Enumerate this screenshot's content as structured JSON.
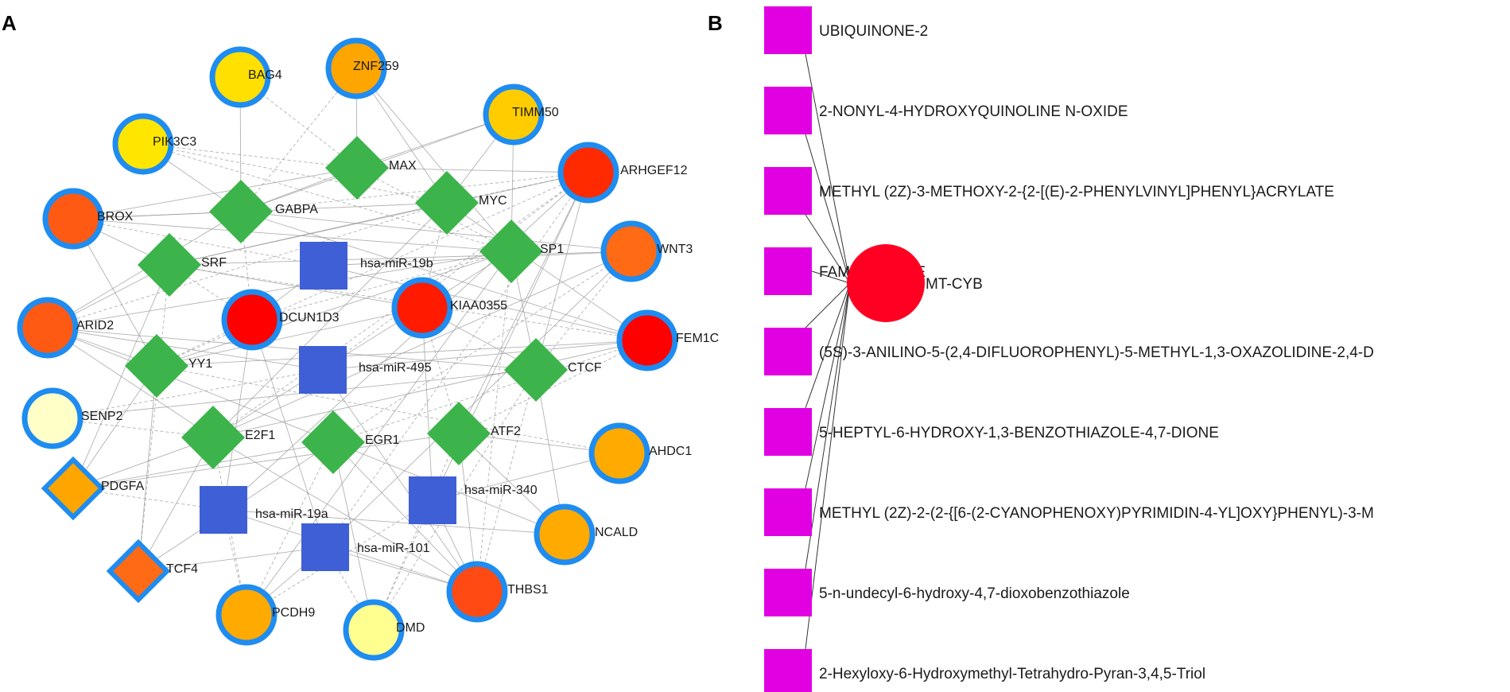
{
  "panel_a": {
    "letter": "A",
    "nodes": [
      {
        "id": "BAG4",
        "shape": "circle",
        "fill": "#ffe000"
      },
      {
        "id": "ZNF259",
        "shape": "circle",
        "fill": "#ffa500"
      },
      {
        "id": "TIMM50",
        "shape": "circle",
        "fill": "#ffcc00"
      },
      {
        "id": "PIK3C3",
        "shape": "circle",
        "fill": "#ffe600"
      },
      {
        "id": "ARHGEF12",
        "shape": "circle",
        "fill": "#ff2a00"
      },
      {
        "id": "BROX",
        "shape": "circle",
        "fill": "#ff5a14"
      },
      {
        "id": "WNT3",
        "shape": "circle",
        "fill": "#ff6a14"
      },
      {
        "id": "ARID2",
        "shape": "circle",
        "fill": "#ff5a14"
      },
      {
        "id": "DCUN1D3",
        "shape": "circle",
        "fill": "#ff0000"
      },
      {
        "id": "KIAA0355",
        "shape": "circle",
        "fill": "#ff1a00"
      },
      {
        "id": "FEM1C",
        "shape": "circle",
        "fill": "#ff0000"
      },
      {
        "id": "SENP2",
        "shape": "circle",
        "fill": "#ffffc8"
      },
      {
        "id": "AHDC1",
        "shape": "circle",
        "fill": "#ffaa00"
      },
      {
        "id": "NCALD",
        "shape": "circle",
        "fill": "#ffaa00"
      },
      {
        "id": "PCDH9",
        "shape": "circle",
        "fill": "#ffaa00"
      },
      {
        "id": "DMD",
        "shape": "circle",
        "fill": "#ffff90"
      },
      {
        "id": "THBS1",
        "shape": "circle",
        "fill": "#ff4a14"
      },
      {
        "id": "PDGFA",
        "shape": "bdiamond",
        "fill": "#ffa500"
      },
      {
        "id": "TCF4",
        "shape": "bdiamond",
        "fill": "#ff6a14"
      },
      {
        "id": "MAX",
        "shape": "diamond",
        "fill": "#3cb44b"
      },
      {
        "id": "GABPA",
        "shape": "diamond",
        "fill": "#3cb44b"
      },
      {
        "id": "MYC",
        "shape": "diamond",
        "fill": "#3cb44b"
      },
      {
        "id": "SRF",
        "shape": "diamond",
        "fill": "#3cb44b"
      },
      {
        "id": "SP1",
        "shape": "diamond",
        "fill": "#3cb44b"
      },
      {
        "id": "YY1",
        "shape": "diamond",
        "fill": "#3cb44b"
      },
      {
        "id": "CTCF",
        "shape": "diamond",
        "fill": "#3cb44b"
      },
      {
        "id": "E2F1",
        "shape": "diamond",
        "fill": "#3cb44b"
      },
      {
        "id": "EGR1",
        "shape": "diamond",
        "fill": "#3cb44b"
      },
      {
        "id": "ATF2",
        "shape": "diamond",
        "fill": "#3cb44b"
      },
      {
        "id": "hsa-miR-19b",
        "shape": "square",
        "fill": "#3f5fd6"
      },
      {
        "id": "hsa-miR-495",
        "shape": "square",
        "fill": "#3f5fd6"
      },
      {
        "id": "hsa-miR-19a",
        "shape": "square",
        "fill": "#3f5fd6"
      },
      {
        "id": "hsa-miR-340",
        "shape": "square",
        "fill": "#3f5fd6"
      },
      {
        "id": "hsa-miR-101",
        "shape": "square",
        "fill": "#3f5fd6"
      }
    ],
    "edges": [
      [
        "MAX",
        "BAG4"
      ],
      [
        "MAX",
        "ZNF259"
      ],
      [
        "MAX",
        "TIMM50"
      ],
      [
        "MAX",
        "PIK3C3"
      ],
      [
        "MAX",
        "ARHGEF12"
      ],
      [
        "MAX",
        "GABPA"
      ],
      [
        "MAX",
        "SP1"
      ],
      [
        "MAX",
        "BROX"
      ],
      [
        "GABPA",
        "BAG4"
      ],
      [
        "GABPA",
        "ZNF259"
      ],
      [
        "GABPA",
        "TIMM50"
      ],
      [
        "GABPA",
        "PIK3C3"
      ],
      [
        "GABPA",
        "ARHGEF12"
      ],
      [
        "GABPA",
        "BROX"
      ],
      [
        "GABPA",
        "WNT3"
      ],
      [
        "GABPA",
        "DCUN1D3"
      ],
      [
        "GABPA",
        "FEM1C"
      ],
      [
        "GABPA",
        "ARID2"
      ],
      [
        "MYC",
        "PIK3C3"
      ],
      [
        "MYC",
        "ZNF259"
      ],
      [
        "MYC",
        "TIMM50"
      ],
      [
        "MYC",
        "ARHGEF12"
      ],
      [
        "MYC",
        "BROX"
      ],
      [
        "MYC",
        "FEM1C"
      ],
      [
        "MYC",
        "KIAA0355"
      ],
      [
        "MYC",
        "E2F1"
      ],
      [
        "MYC",
        "SRF"
      ],
      [
        "MYC",
        "ARID2"
      ],
      [
        "SRF",
        "BROX"
      ],
      [
        "SRF",
        "ARHGEF12"
      ],
      [
        "SRF",
        "DCUN1D3"
      ],
      [
        "SRF",
        "KIAA0355"
      ],
      [
        "SRF",
        "WNT3"
      ],
      [
        "SRF",
        "FEM1C"
      ],
      [
        "SRF",
        "ARID2"
      ],
      [
        "SRF",
        "PDGFA"
      ],
      [
        "SRF",
        "TCF4"
      ],
      [
        "SP1",
        "BROX"
      ],
      [
        "SP1",
        "ARID2"
      ],
      [
        "SP1",
        "DCUN1D3"
      ],
      [
        "SP1",
        "TIMM50"
      ],
      [
        "SP1",
        "ZNF259"
      ],
      [
        "SP1",
        "THBS1"
      ],
      [
        "SP1",
        "E2F1"
      ],
      [
        "SP1",
        "PCDH9"
      ],
      [
        "SP1",
        "PIK3C3"
      ],
      [
        "SP1",
        "YY1"
      ],
      [
        "YY1",
        "ARID2"
      ],
      [
        "YY1",
        "DCUN1D3"
      ],
      [
        "YY1",
        "KIAA0355"
      ],
      [
        "YY1",
        "FEM1C"
      ],
      [
        "YY1",
        "AHDC1"
      ],
      [
        "YY1",
        "PDGFA"
      ],
      [
        "YY1",
        "TCF4"
      ],
      [
        "YY1",
        "ARHGEF12"
      ],
      [
        "YY1",
        "BROX"
      ],
      [
        "CTCF",
        "ARHGEF12"
      ],
      [
        "CTCF",
        "WNT3"
      ],
      [
        "CTCF",
        "SENP2"
      ],
      [
        "CTCF",
        "NCALD"
      ],
      [
        "CTCF",
        "DMD"
      ],
      [
        "CTCF",
        "ARID2"
      ],
      [
        "CTCF",
        "KIAA0355"
      ],
      [
        "CTCF",
        "THBS1"
      ],
      [
        "CTCF",
        "SP1"
      ],
      [
        "E2F1",
        "ARID2"
      ],
      [
        "E2F1",
        "ARHGEF12"
      ],
      [
        "E2F1",
        "FEM1C"
      ],
      [
        "E2F1",
        "THBS1"
      ],
      [
        "E2F1",
        "PCDH9"
      ],
      [
        "E2F1",
        "TCF4"
      ],
      [
        "E2F1",
        "PDGFA"
      ],
      [
        "E2F1",
        "SENP2"
      ],
      [
        "E2F1",
        "WNT3"
      ],
      [
        "EGR1",
        "ARID2"
      ],
      [
        "EGR1",
        "FEM1C"
      ],
      [
        "EGR1",
        "THBS1"
      ],
      [
        "EGR1",
        "NCALD"
      ],
      [
        "EGR1",
        "PCDH9"
      ],
      [
        "EGR1",
        "DMD"
      ],
      [
        "EGR1",
        "TCF4"
      ],
      [
        "EGR1",
        "WNT3"
      ],
      [
        "EGR1",
        "PDGFA"
      ],
      [
        "ATF2",
        "AHDC1"
      ],
      [
        "ATF2",
        "FEM1C"
      ],
      [
        "ATF2",
        "NCALD"
      ],
      [
        "ATF2",
        "THBS1"
      ],
      [
        "ATF2",
        "DMD"
      ],
      [
        "ATF2",
        "PDGFA"
      ],
      [
        "ATF2",
        "ARHGEF12"
      ],
      [
        "ATF2",
        "KIAA0355"
      ],
      [
        "hsa-miR-19b",
        "FEM1C"
      ],
      [
        "hsa-miR-19b",
        "DCUN1D3"
      ],
      [
        "hsa-miR-19b",
        "BROX"
      ],
      [
        "hsa-miR-19b",
        "WNT3"
      ],
      [
        "hsa-miR-495",
        "FEM1C"
      ],
      [
        "hsa-miR-495",
        "SENP2"
      ],
      [
        "hsa-miR-495",
        "ARID2"
      ],
      [
        "hsa-miR-495",
        "THBS1"
      ],
      [
        "hsa-miR-495",
        "ARHGEF12"
      ],
      [
        "hsa-miR-19a",
        "THBS1"
      ],
      [
        "hsa-miR-19a",
        "NCALD"
      ],
      [
        "hsa-miR-19a",
        "PCDH9"
      ],
      [
        "hsa-miR-19a",
        "DCUN1D3"
      ],
      [
        "hsa-miR-19a",
        "ARHGEF12"
      ],
      [
        "hsa-miR-19a",
        "PDGFA"
      ],
      [
        "hsa-miR-340",
        "THBS1"
      ],
      [
        "hsa-miR-340",
        "AHDC1"
      ],
      [
        "hsa-miR-340",
        "DMD"
      ],
      [
        "hsa-miR-340",
        "ARHGEF12"
      ],
      [
        "hsa-miR-340",
        "KIAA0355"
      ],
      [
        "hsa-miR-340",
        "PCDH9"
      ],
      [
        "hsa-miR-101",
        "THBS1"
      ],
      [
        "hsa-miR-101",
        "PCDH9"
      ],
      [
        "hsa-miR-101",
        "DMD"
      ],
      [
        "hsa-miR-101",
        "DCUN1D3"
      ],
      [
        "hsa-miR-101",
        "WNT3"
      ],
      [
        "hsa-miR-101",
        "ARHGEF12"
      ],
      [
        "hsa-miR-101",
        "TCF4"
      ]
    ]
  },
  "panel_b": {
    "letter": "B",
    "hub": {
      "id": "MT-CYB",
      "fill": "#ff0022"
    },
    "drug_fill": "#e100e1",
    "drugs": [
      "UBIQUINONE-2",
      "2-NONYL-4-HYDROXYQUINOLINE N-OXIDE",
      "METHYL (2Z)-3-METHOXY-2-{2-[(E)-2-PHENYLVINYL]PHENYL}ACRYLATE",
      "FAMOXADONE",
      "(5S)-3-ANILINO-5-(2,4-DIFLUOROPHENYL)-5-METHYL-1,3-OXAZOLIDINE-2,4-D",
      "5-HEPTYL-6-HYDROXY-1,3-BENZOTHIAZOLE-4,7-DIONE",
      "METHYL (2Z)-2-(2-{[6-(2-CYANOPHENOXY)PYRIMIDIN-4-YL]OXY}PHENYL)-3-M",
      "5-n-undecyl-6-hydroxy-4,7-dioxobenzothiazole",
      "2-Hexyloxy-6-Hydroxymethyl-Tetrahydro-Pyran-3,4,5-Triol"
    ]
  },
  "style": {
    "node_border": "#1e8cf0",
    "edge_color": "#999999"
  }
}
